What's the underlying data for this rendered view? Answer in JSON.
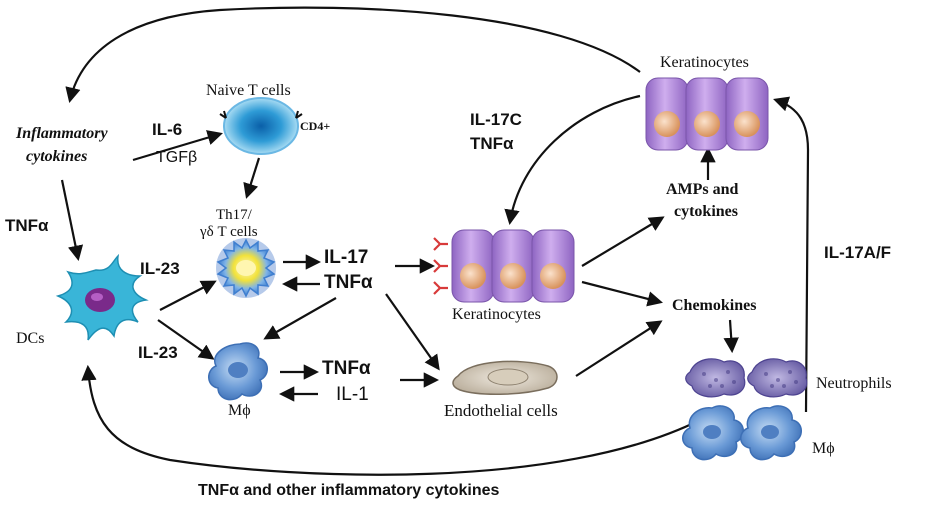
{
  "labels": {
    "inflammatory_cytokines_line1": "Inflammatory",
    "inflammatory_cytokines_line2": "cytokines",
    "il6": "IL-6",
    "tgfb": "TGFβ",
    "naive_t_cells": "Naive T cells",
    "cd4": "CD4+",
    "th17_line1": "Th17/",
    "th17_line2": "γδ T cells",
    "tnfa_left": "TNFα",
    "il23_top": "IL-23",
    "il23_bottom": "IL-23",
    "dcs": "DCs",
    "il17": "IL-17",
    "tnfa_center": "TNFα",
    "mphi_center": "Mϕ",
    "tnfa_lower": "TNFα",
    "il1": "IL-1",
    "endothelial_cells": "Endothelial cells",
    "il17c": "IL-17C",
    "tnfa_il17c": "TNFα",
    "keratinocytes_top": "Keratinocytes",
    "keratinocytes_mid": "Keratinocytes",
    "amps_line1": "AMPs and",
    "amps_line2": "cytokines",
    "chemokines": "Chemokines",
    "il17af": "IL-17A/F",
    "neutrophils": "Neutrophils",
    "mphi_right": "Mϕ",
    "bottom_caption": "TNFα and other inflammatory cytokines"
  },
  "colors": {
    "arrow": "#111111",
    "keratinocyte_fill": "#b48fd6",
    "keratinocyte_nucleus": "#e8b48c",
    "naive_t_cell": "#2e9bd6",
    "th17_cell": "#f2e23a",
    "macrophage": "#6a9ad6",
    "neutrophil": "#7a6fb3",
    "dc_cell": "#39b5d8",
    "receptor": "#d83a3a"
  }
}
